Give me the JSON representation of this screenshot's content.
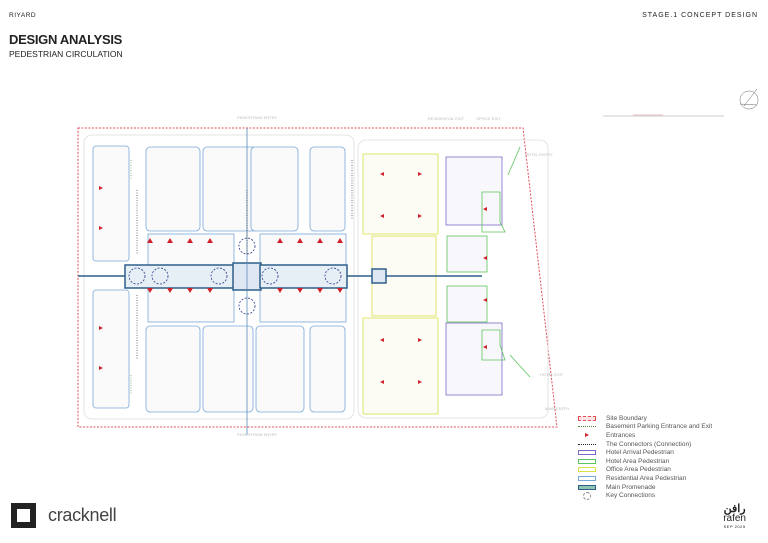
{
  "header": {
    "project": "RIYARD",
    "stage": "STAGE.1  CONCEPT  DESIGN",
    "title": "DESIGN ANALYSIS",
    "subtitle": "PEDESTRIAN CIRCULATION"
  },
  "plan_labels": {
    "pedestrian_entry_top": "PEDESTRIAN ENTRY",
    "pedestrian_entry_bottom": "PEDESTRIAN ENTRY",
    "residential_exit": "RESIDENTIAL EXIT",
    "office_exit": "OFFICE EXIT",
    "hotel_entry": "HOTEL ENTRY",
    "hotel_exit": "HOTEL EXIT",
    "main_entry": "MAIN ENTRY"
  },
  "legend": [
    {
      "label": "Site Boundary",
      "type": "dashed-box",
      "color": "#e0505a"
    },
    {
      "label": "Basement Parking Entrance and Exit",
      "type": "dotted-arrow",
      "color": "#4a8a3a"
    },
    {
      "label": "Entrances",
      "type": "triangle",
      "color": "#d0202a"
    },
    {
      "label": "The Connectors (Connection)",
      "type": "dotted-arrow",
      "color": "#222222"
    },
    {
      "label": "Hotel Arrival Pedestrian",
      "type": "box",
      "color": "#7a6ac8"
    },
    {
      "label": "Hotel Area Pedestrian",
      "type": "box",
      "color": "#5cc45c"
    },
    {
      "label": "Office Area Pedestrian",
      "type": "box",
      "color": "#d8e04a"
    },
    {
      "label": "Residential Area Pedestrian",
      "type": "box",
      "color": "#7aa8d8"
    },
    {
      "label": "Main Promenade",
      "type": "filled-box",
      "color": "#2e5f8a"
    },
    {
      "label": "Key Connections",
      "type": "dashed-circle",
      "color": "#888888"
    }
  ],
  "footer": {
    "brand": "cracknell",
    "client_logo_ar": "رافن",
    "client_logo_en": "rafen",
    "date": "SEP 2025"
  }
}
